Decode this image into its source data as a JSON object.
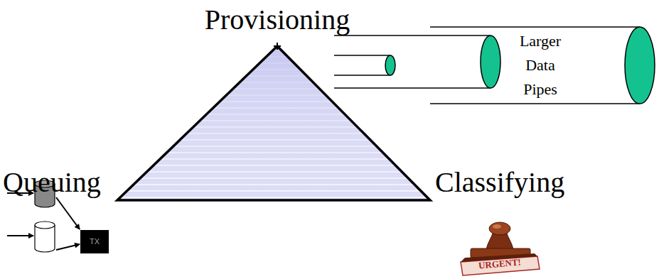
{
  "diagram": {
    "nodes": [
      {
        "text": [
          "Larger Data Pipes"
        ]
      },
      {
        "text": [
          "TX"
        ]
      },
      {
        "text": [
          "URGENT!"
        ]
      }
    ],
    "labels": [
      "Provisioning",
      "Queuing",
      "Classifying"
    ]
  }
}
